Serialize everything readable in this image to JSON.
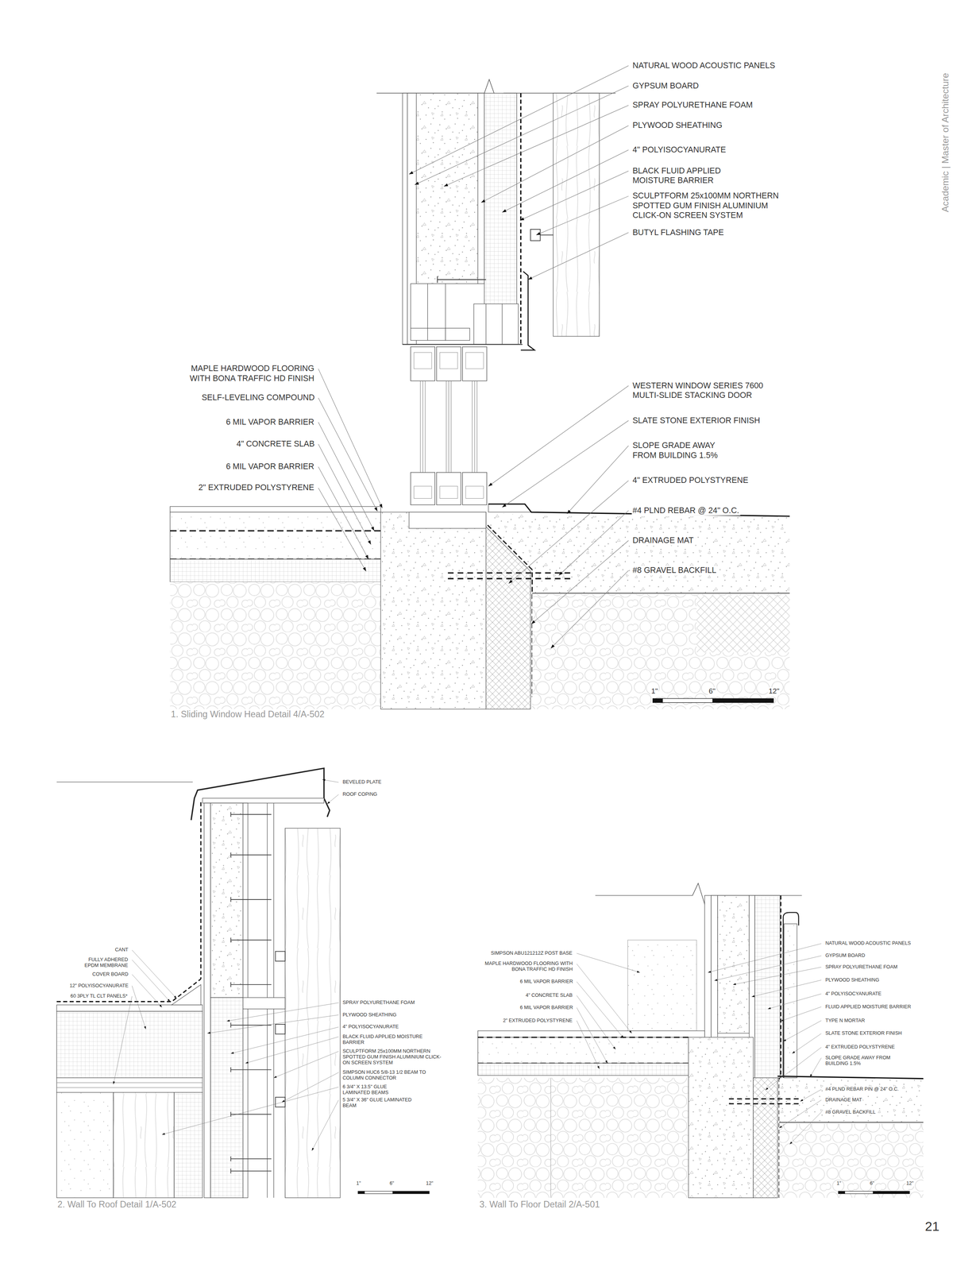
{
  "diagram": {
    "labels": [
      "NATURAL WOOD ACOUSTIC PANELS",
      "GYPSUM BOARD",
      "SPRAY POLYURETHANE FOAM",
      "PLYWOOD SHEATHING",
      "4\" POLYISOCYANURATE",
      "BLACK FLUID APPLIED MOISTURE BARRIER",
      "SCULPTFORM 25x100MM NORTHERN SPOTTED GUM FINISH ALUMINIUM CLICK-ON SCREEN SYSTEM",
      "BUTYL FLASHING TAPE",
      "WESTERN WINDOW SERIES 7600 MULTI-SLIDE STACKING DOOR",
      "SLATE STONE EXTERIOR FINISH",
      "SLOPE GRADE AWAY FROM BUILDING 1.5%",
      "4\" EXTRUDED POLYSTYRENE",
      "#4 PLND REBAR @ 24\" O.C.",
      "DRAINAGE MAT",
      "#8 GRAVEL BACKFILL",
      "MAPLE HARDWOOD FLOORING WITH BONA TRAFFIC HD FINISH",
      "SELF-LEVELING COMPOUND",
      "6 MIL VAPOR BARRIER",
      "4\" CONCRETE SLAB",
      "6 MIL VAPOR BARRIER",
      "2\" EXTRUDED POLYSTYRENE",
      "1\"",
      "6\"",
      "12\"",
      "1. Sliding Window Head Detail 4/A-502",
      "BEVELED PLATE",
      "ROOF COPING",
      "CANT",
      "FULLY ADHERED EPDM MEMBRANE",
      "COVER BOARD",
      "12\" POLYISOCYANURATE",
      "60 3PLY TL CLT PANELS*",
      "SPRAY POLYURETHANE FOAM",
      "PLYWOOD SHEATHING",
      "4\" POLYISOCYANURATE",
      "BLACK FLUID APPLIED MOISTURE BARRIER",
      "SCULPTFORM 25x100MM NORTHERN SPOTTED GUM FINISH ALUMINIUM CLICK-ON SCREEN SYSTEM",
      "SIMPSON HUC6 5/8-13 1/2 BEAM TO COLUMN CONNECTOR",
      "6 3/4\" X 13.5\" GLUE LAMINATED BEAMS",
      "5 3/4\" X 36\" GLUE LAMINATED BEAM",
      "1\"",
      "6\"",
      "12\"",
      "2. Wall To Roof Detail 1/A-502",
      "SIMPSON ABU121212Z POST BASE",
      "MAPLE HARDWOOD FLOORING WITH BONA TRAFFIC HD FINISH",
      "6 MIL VAPOR BARRIER",
      "4\" CONCRETE SLAB",
      "6 MIL VAPOR BARRIER",
      "2\" EXTRUDED POLYSTYRENE",
      "NATURAL WOOD ACOUSTIC PANELS",
      "GYPSUM BOARD",
      "SPRAY POLYURETHANE FOAM",
      "PLYWOOD SHEATHING",
      "4\" POLYISOCYANURATE",
      "FLUID APPLIED MOISTURE BARRIER",
      "TYPE N MORTAR",
      "SLATE STONE EXTERIOR FINISH",
      "4\" EXTRUDED POLYSTYRENE",
      "SLOPE GRADE AWAY FROM BUILDING 1.5%",
      "#4 PLND REBAR PIN @ 24\" O.C.",
      "DRAINAGE MAT",
      "#8 GRAVEL BACKFILL",
      "1\"",
      "6\"",
      "12\"",
      "3. Wall To Floor Detail 2/A-501",
      "Academic | Master of Architecture",
      "21"
    ]
  }
}
